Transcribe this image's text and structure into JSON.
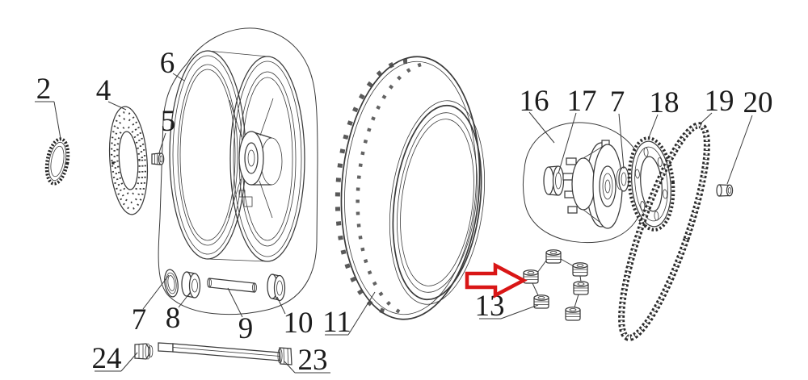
{
  "colors": {
    "background": "#ffffff",
    "line": "#3a3a3a",
    "label": "#1c1c1c",
    "arrow": "#d91616"
  },
  "labels": {
    "p2": "2",
    "p4": "4",
    "p5": "5",
    "p6": "6",
    "p7a": "7",
    "p8": "8",
    "p9": "9",
    "p10": "10",
    "p11": "11",
    "p13": "13",
    "p16": "16",
    "p17": "17",
    "p7b": "7",
    "p18": "18",
    "p19": "19",
    "p20": "20",
    "p23": "23",
    "p24": "24"
  }
}
